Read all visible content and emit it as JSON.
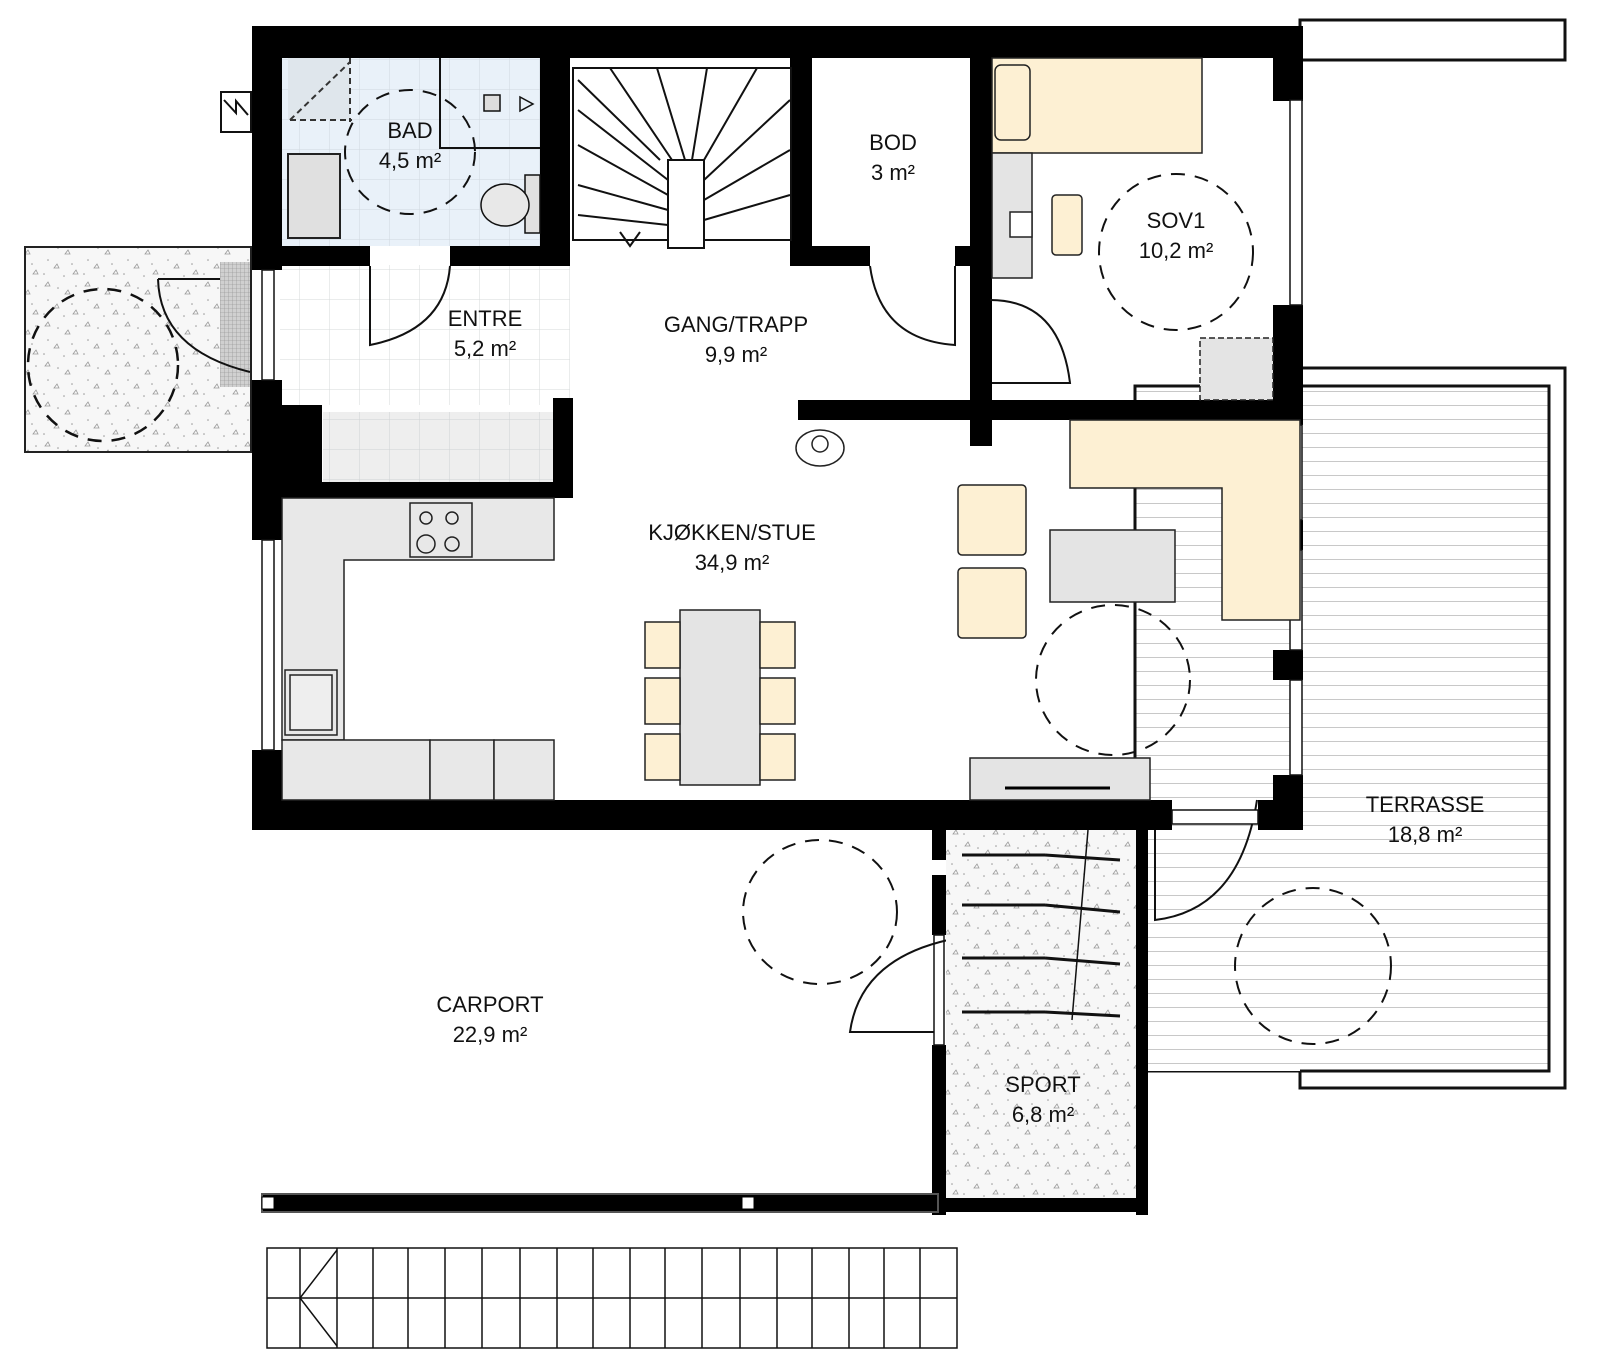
{
  "plan": {
    "title": "Floor plan",
    "colors": {
      "wall": "#000000",
      "tile_bath": "#e8f0f8",
      "tile_grid": "#d0d4d8",
      "furniture_light": "#fdf3d9",
      "furniture_gray": "#e6e6e6",
      "background": "#ffffff"
    },
    "area_unit": "m²",
    "rooms": [
      {
        "id": "bad",
        "name": "BAD",
        "area": "4,5 m²"
      },
      {
        "id": "bod",
        "name": "BOD",
        "area": "3 m²"
      },
      {
        "id": "sov1",
        "name": "SOV1",
        "area": "10,2 m²"
      },
      {
        "id": "entre",
        "name": "ENTRE",
        "area": "5,2  m²"
      },
      {
        "id": "gang_trapp",
        "name": "GANG/TRAPP",
        "area": "9,9 m²"
      },
      {
        "id": "kjokken_stue",
        "name": "KJØKKEN/STUE",
        "area": "34,9 m²"
      },
      {
        "id": "terrasse",
        "name": "TERRASSE",
        "area": "18,8 m²"
      },
      {
        "id": "carport",
        "name": "CARPORT",
        "area": "22,9 m²"
      },
      {
        "id": "sport",
        "name": "SPORT",
        "area": "6,8 m²"
      }
    ]
  }
}
